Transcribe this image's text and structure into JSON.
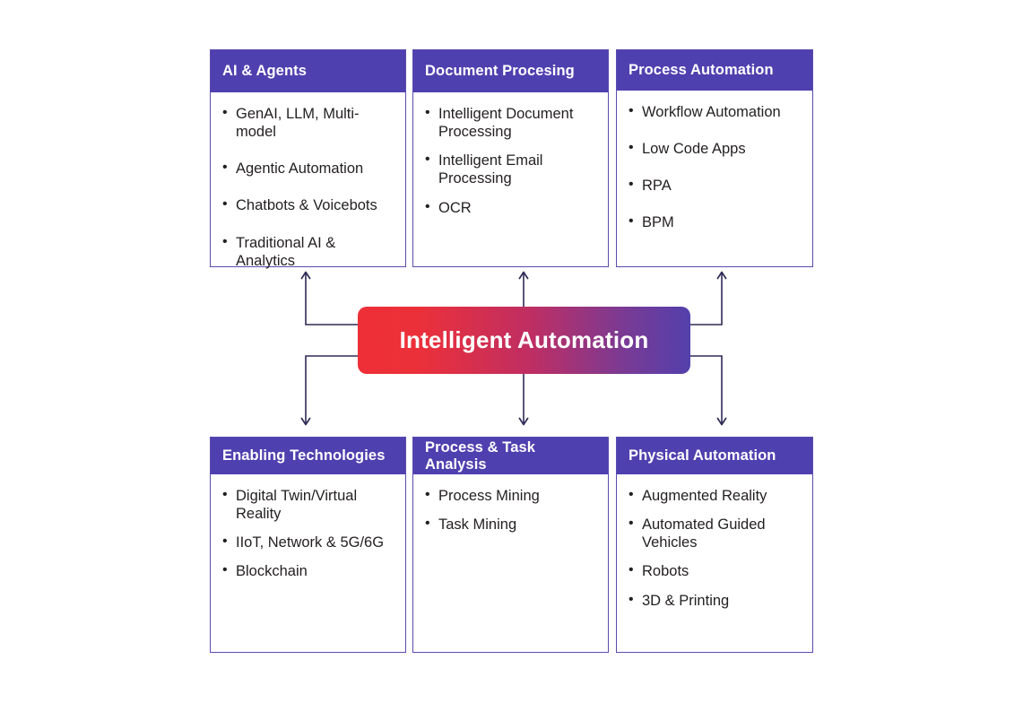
{
  "diagram": {
    "center": {
      "label": "Intelligent Automation",
      "gradient_from": "#ee2f38",
      "gradient_to": "#5340ac"
    },
    "colors": {
      "header_purple": "#4f40af",
      "card_border": "#5a4cae",
      "connector": "#2f2a57",
      "text": "#231f20",
      "background": "#ffffff"
    },
    "top_cards": [
      {
        "title": "AI & Agents",
        "items": [
          "GenAI, LLM, Multi-model",
          "Agentic Automation",
          "Chatbots & Voicebots",
          "Traditional AI & Analytics"
        ]
      },
      {
        "title": "Document Procesing",
        "items": [
          "Intelligent Document Processing",
          "Intelligent Email Processing",
          "OCR"
        ]
      },
      {
        "title": "Process Automation",
        "items": [
          "Workflow Automation",
          "Low Code Apps",
          "RPA",
          "BPM"
        ]
      }
    ],
    "bottom_cards": [
      {
        "title": "Enabling Technologies",
        "items": [
          "Digital Twin/Virtual Reality",
          "IIoT, Network & 5G/6G",
          "Blockchain"
        ]
      },
      {
        "title": "Process & Task Analysis",
        "items": [
          "Process Mining",
          "Task Mining"
        ]
      },
      {
        "title": "Physical Automation",
        "items": [
          "Augmented Reality",
          "Automated Guided Vehicles",
          "Robots",
          "3D & Printing"
        ]
      }
    ],
    "connectors": {
      "arrow_up_left": "arrow-up-icon",
      "arrow_up_center": "arrow-up-icon",
      "arrow_up_right": "arrow-up-icon",
      "arrow_down_left": "arrow-down-icon",
      "arrow_down_center": "arrow-down-icon",
      "arrow_down_right": "arrow-down-icon"
    }
  }
}
